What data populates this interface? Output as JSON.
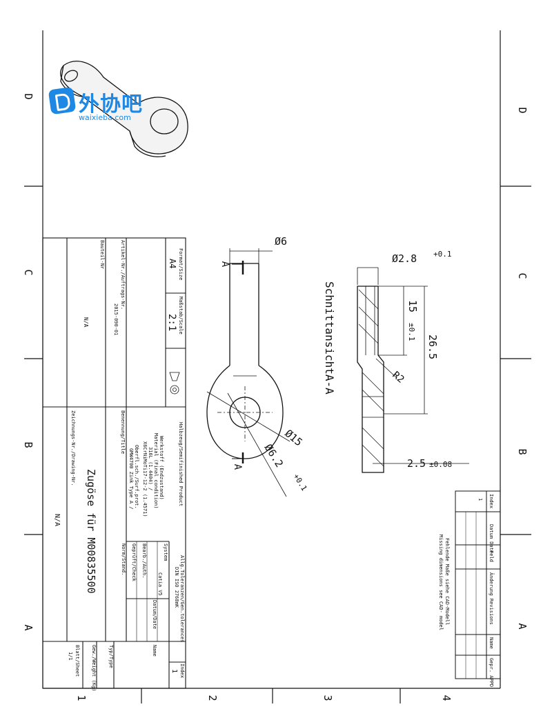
{
  "watermark": {
    "brand": "外协吧",
    "site": "waixieba.com"
  },
  "zones": {
    "letters": [
      "D",
      "C",
      "B",
      "A"
    ],
    "numbers": [
      "1",
      "2",
      "3",
      "4"
    ]
  },
  "section_title": "SchnittansichtA-A",
  "section_marks": [
    "A",
    "A"
  ],
  "dimensions": {
    "dia_6": "Ø6",
    "dia_15": "Ø15",
    "dia_6_2": "Ø6.2",
    "dia_6_2_tol": "+0.1",
    "dia_2_8": "Ø2.8",
    "dia_2_8_tol": "+0.1",
    "len_15": "15",
    "len_15_tol": "±0.1",
    "len_26_5": "26.5",
    "radius": "R2",
    "thick_2_5": "2.5",
    "thick_2_5_tol": "±0.08"
  },
  "revision_table": {
    "headers": [
      "Index",
      "Datum Date",
      "Feld",
      "Änderung Revisions",
      "Name",
      "Gepr. APPD"
    ],
    "row_index": "1",
    "note_1": "Fehlende Maße siehe CAD-Modell",
    "note_2": "Missing dimensions see CAD- model"
  },
  "title_block": {
    "format_label": "Format/Size",
    "format_value": "A4",
    "scale_label": "Maßstab/Scale",
    "scale_value": "2:1",
    "article_label": "Artikel-Nr./Auftrags-Nr.",
    "article_value": "2015-090-01",
    "part_label": "Bauteil-Nr",
    "part_value": "N/A",
    "semi_label": "Halbzeug/Semifinished Product",
    "material_l1": "Werkstoff (Endzustand)",
    "material_l2": "Material (Final condition)",
    "material_l3": "316L (1.4404) /",
    "material_l4": "X6CrNiMoTi17-12-2 (1.4571)",
    "surface_l1": "Oberfl.sch./Surf.prot.",
    "surface_l2": "GMW4700 Zink Type A /",
    "name_label": "Benennung/Title",
    "title": "Zugöse für M00835500",
    "drawing_label": "Zeichnungs-Nr./Drawing-Nr.",
    "drawing_value": "N/A",
    "tol_l1": "Allg.Toleranzen/Gen.tolerances",
    "tol_l2": "DIN ISO 2768mK",
    "index_label": "Index",
    "index_value": "1",
    "system_label": "System",
    "system_value": "Catia V5",
    "date_label": "Datum/Date",
    "name_col": "Name",
    "drawn_label": "Bearb./Auth.",
    "check_label": "Geprüft/Check",
    "norm_label": "Norm/Stand.",
    "type_label": "Typ/Type",
    "weight_label": "Gew./Weight (Kg)",
    "sheet_label": "Blatt/Sheet",
    "sheet_value": "1/1"
  }
}
